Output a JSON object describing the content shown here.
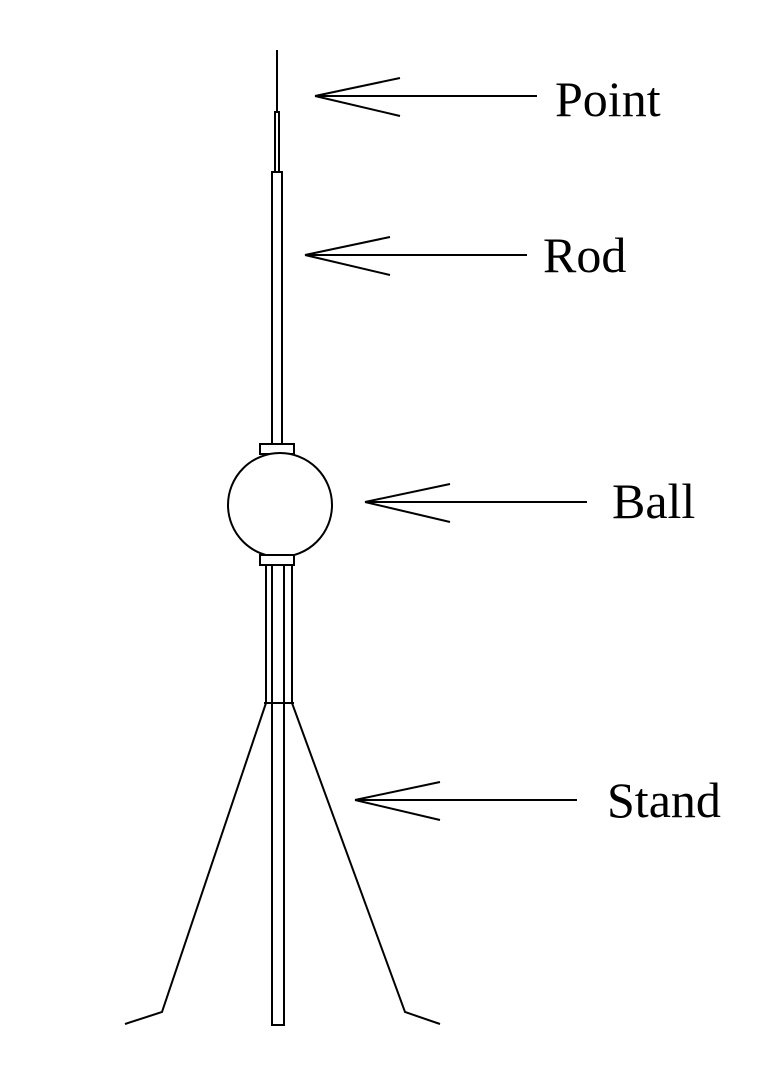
{
  "labels": {
    "point": "Point",
    "rod": "Rod",
    "ball": "Ball",
    "stand": "Stand"
  },
  "colors": {
    "stroke": "#000000",
    "background": "#ffffff"
  }
}
